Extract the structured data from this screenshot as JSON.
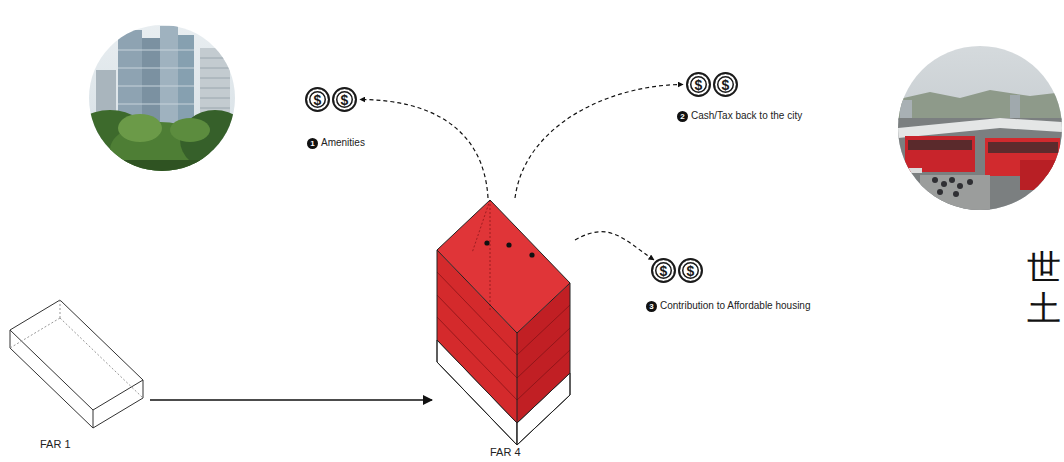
{
  "diagram": {
    "nodes": [
      {
        "text": [
          "$"
        ]
      },
      {
        "text": [
          "$"
        ]
      },
      {
        "text": [
          "$"
        ]
      },
      {
        "text": [
          "$"
        ]
      },
      {
        "text": [
          "$"
        ]
      },
      {
        "text": [
          "$"
        ]
      },
      {
        "text": [
          "FAR 1"
        ]
      },
      {
        "text": [
          "FAR 4"
        ]
      }
    ],
    "edges": [
      {
        "from": 6,
        "to": 7,
        "arrow": "to"
      },
      {
        "from": 7,
        "to": 1,
        "arrow": "to"
      },
      {
        "from": 7,
        "to": 2,
        "arrow": "to"
      },
      {
        "from": 7,
        "to": 4,
        "arrow": "to"
      }
    ],
    "labels": [
      "1",
      "Amenities",
      "2",
      "Cash/Tax back to the city",
      "3",
      "Contribution to Affordable housing",
      "世",
      "土"
    ]
  }
}
